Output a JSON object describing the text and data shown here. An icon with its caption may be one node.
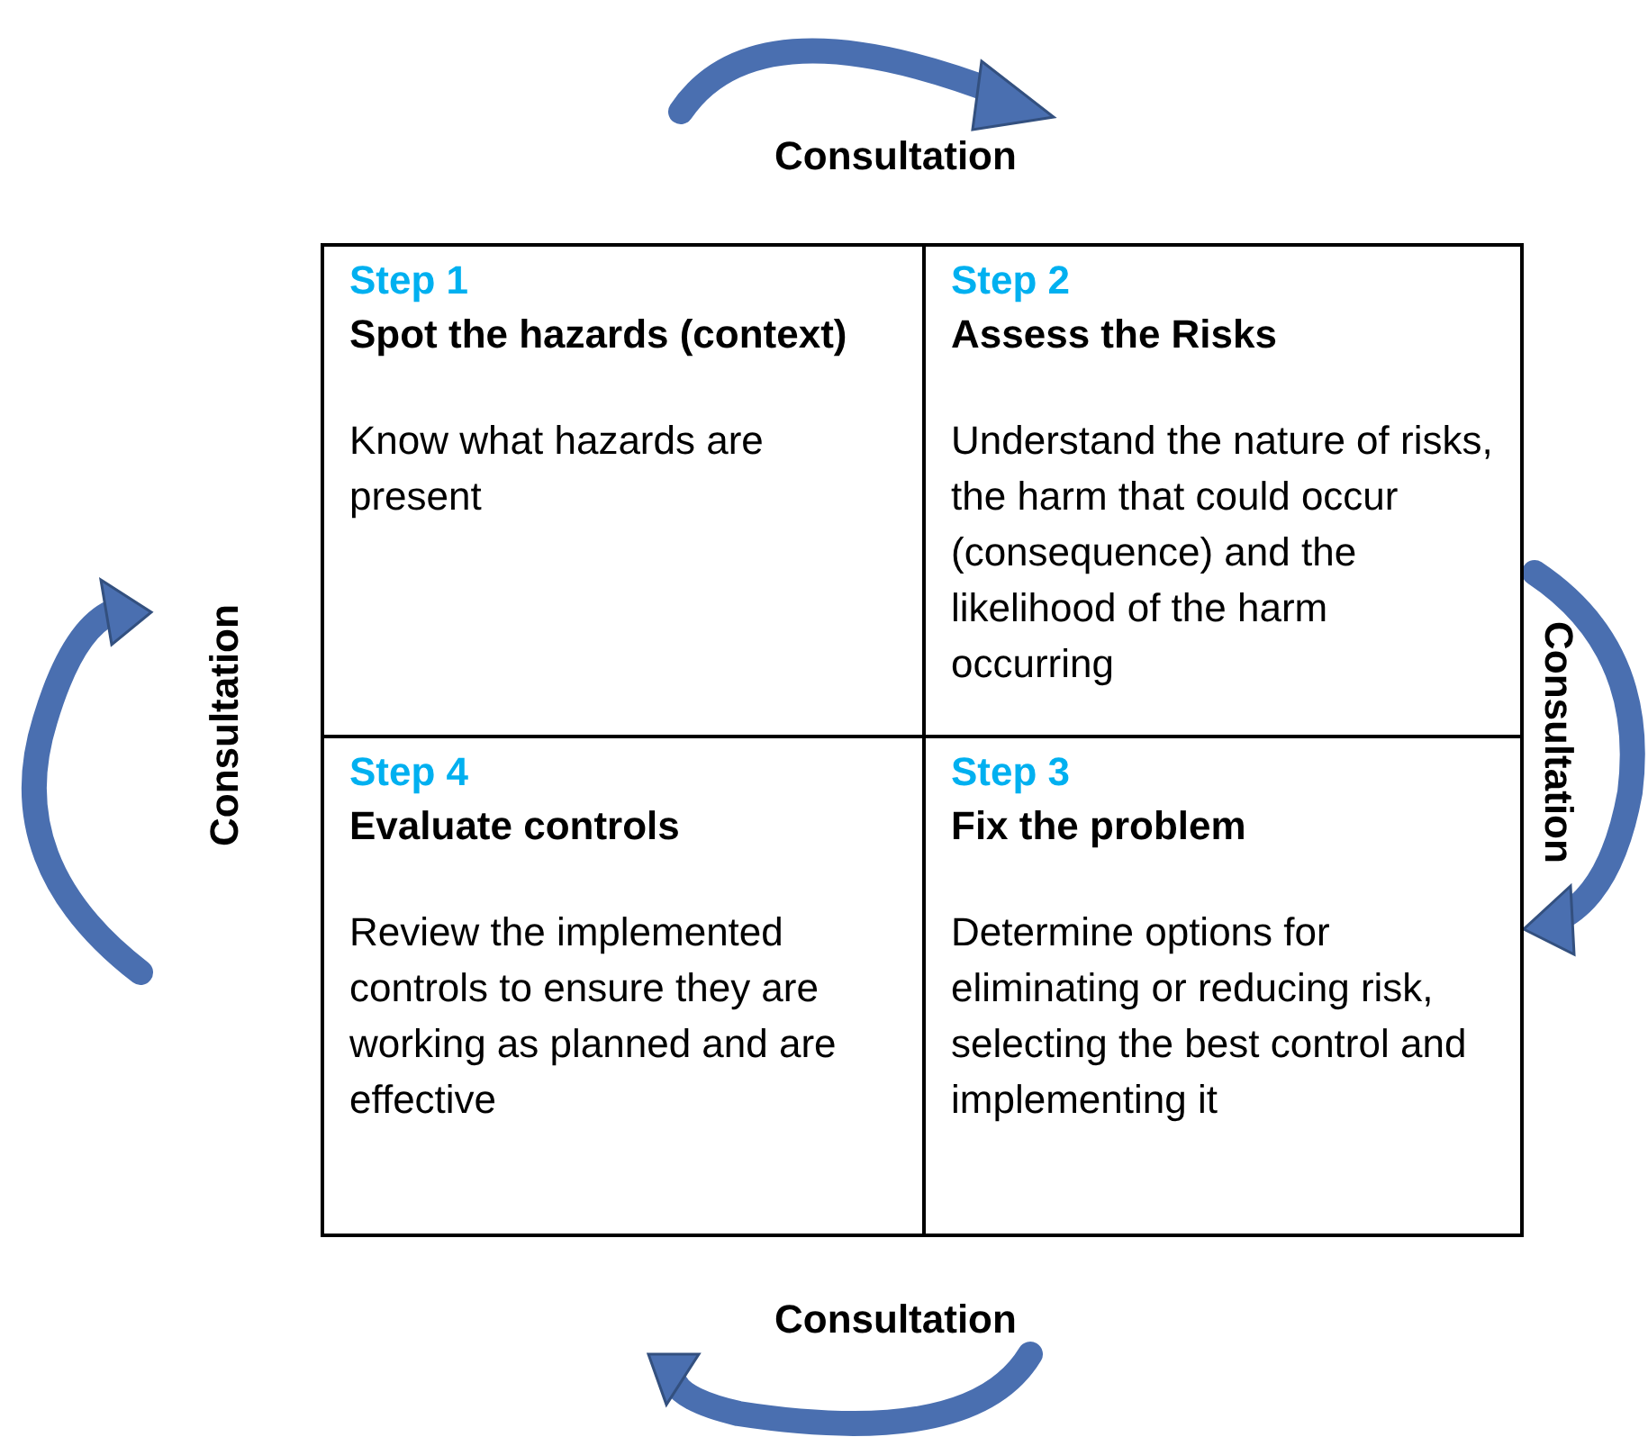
{
  "diagram": {
    "nodes": [
      {
        "text": [
          "Step 1",
          "Spot the hazards (context)",
          "Know what hazards are present"
        ]
      },
      {
        "text": [
          "Step 2",
          "Assess the Risks",
          "Understand the nature of risks, the harm that could occur (consequence) and the likelihood of the harm occurring"
        ]
      },
      {
        "text": [
          "Step 4",
          "Evaluate controls",
          "Review the implemented controls to ensure they are working as planned and are effective"
        ]
      },
      {
        "text": [
          "Step 3",
          "Fix the problem",
          "Determine options for eliminating or reducing risk, selecting the best control and implementing it"
        ]
      }
    ],
    "edges": [],
    "labels": [
      "Consultation",
      "Consultation",
      "Consultation",
      "Consultation"
    ]
  }
}
